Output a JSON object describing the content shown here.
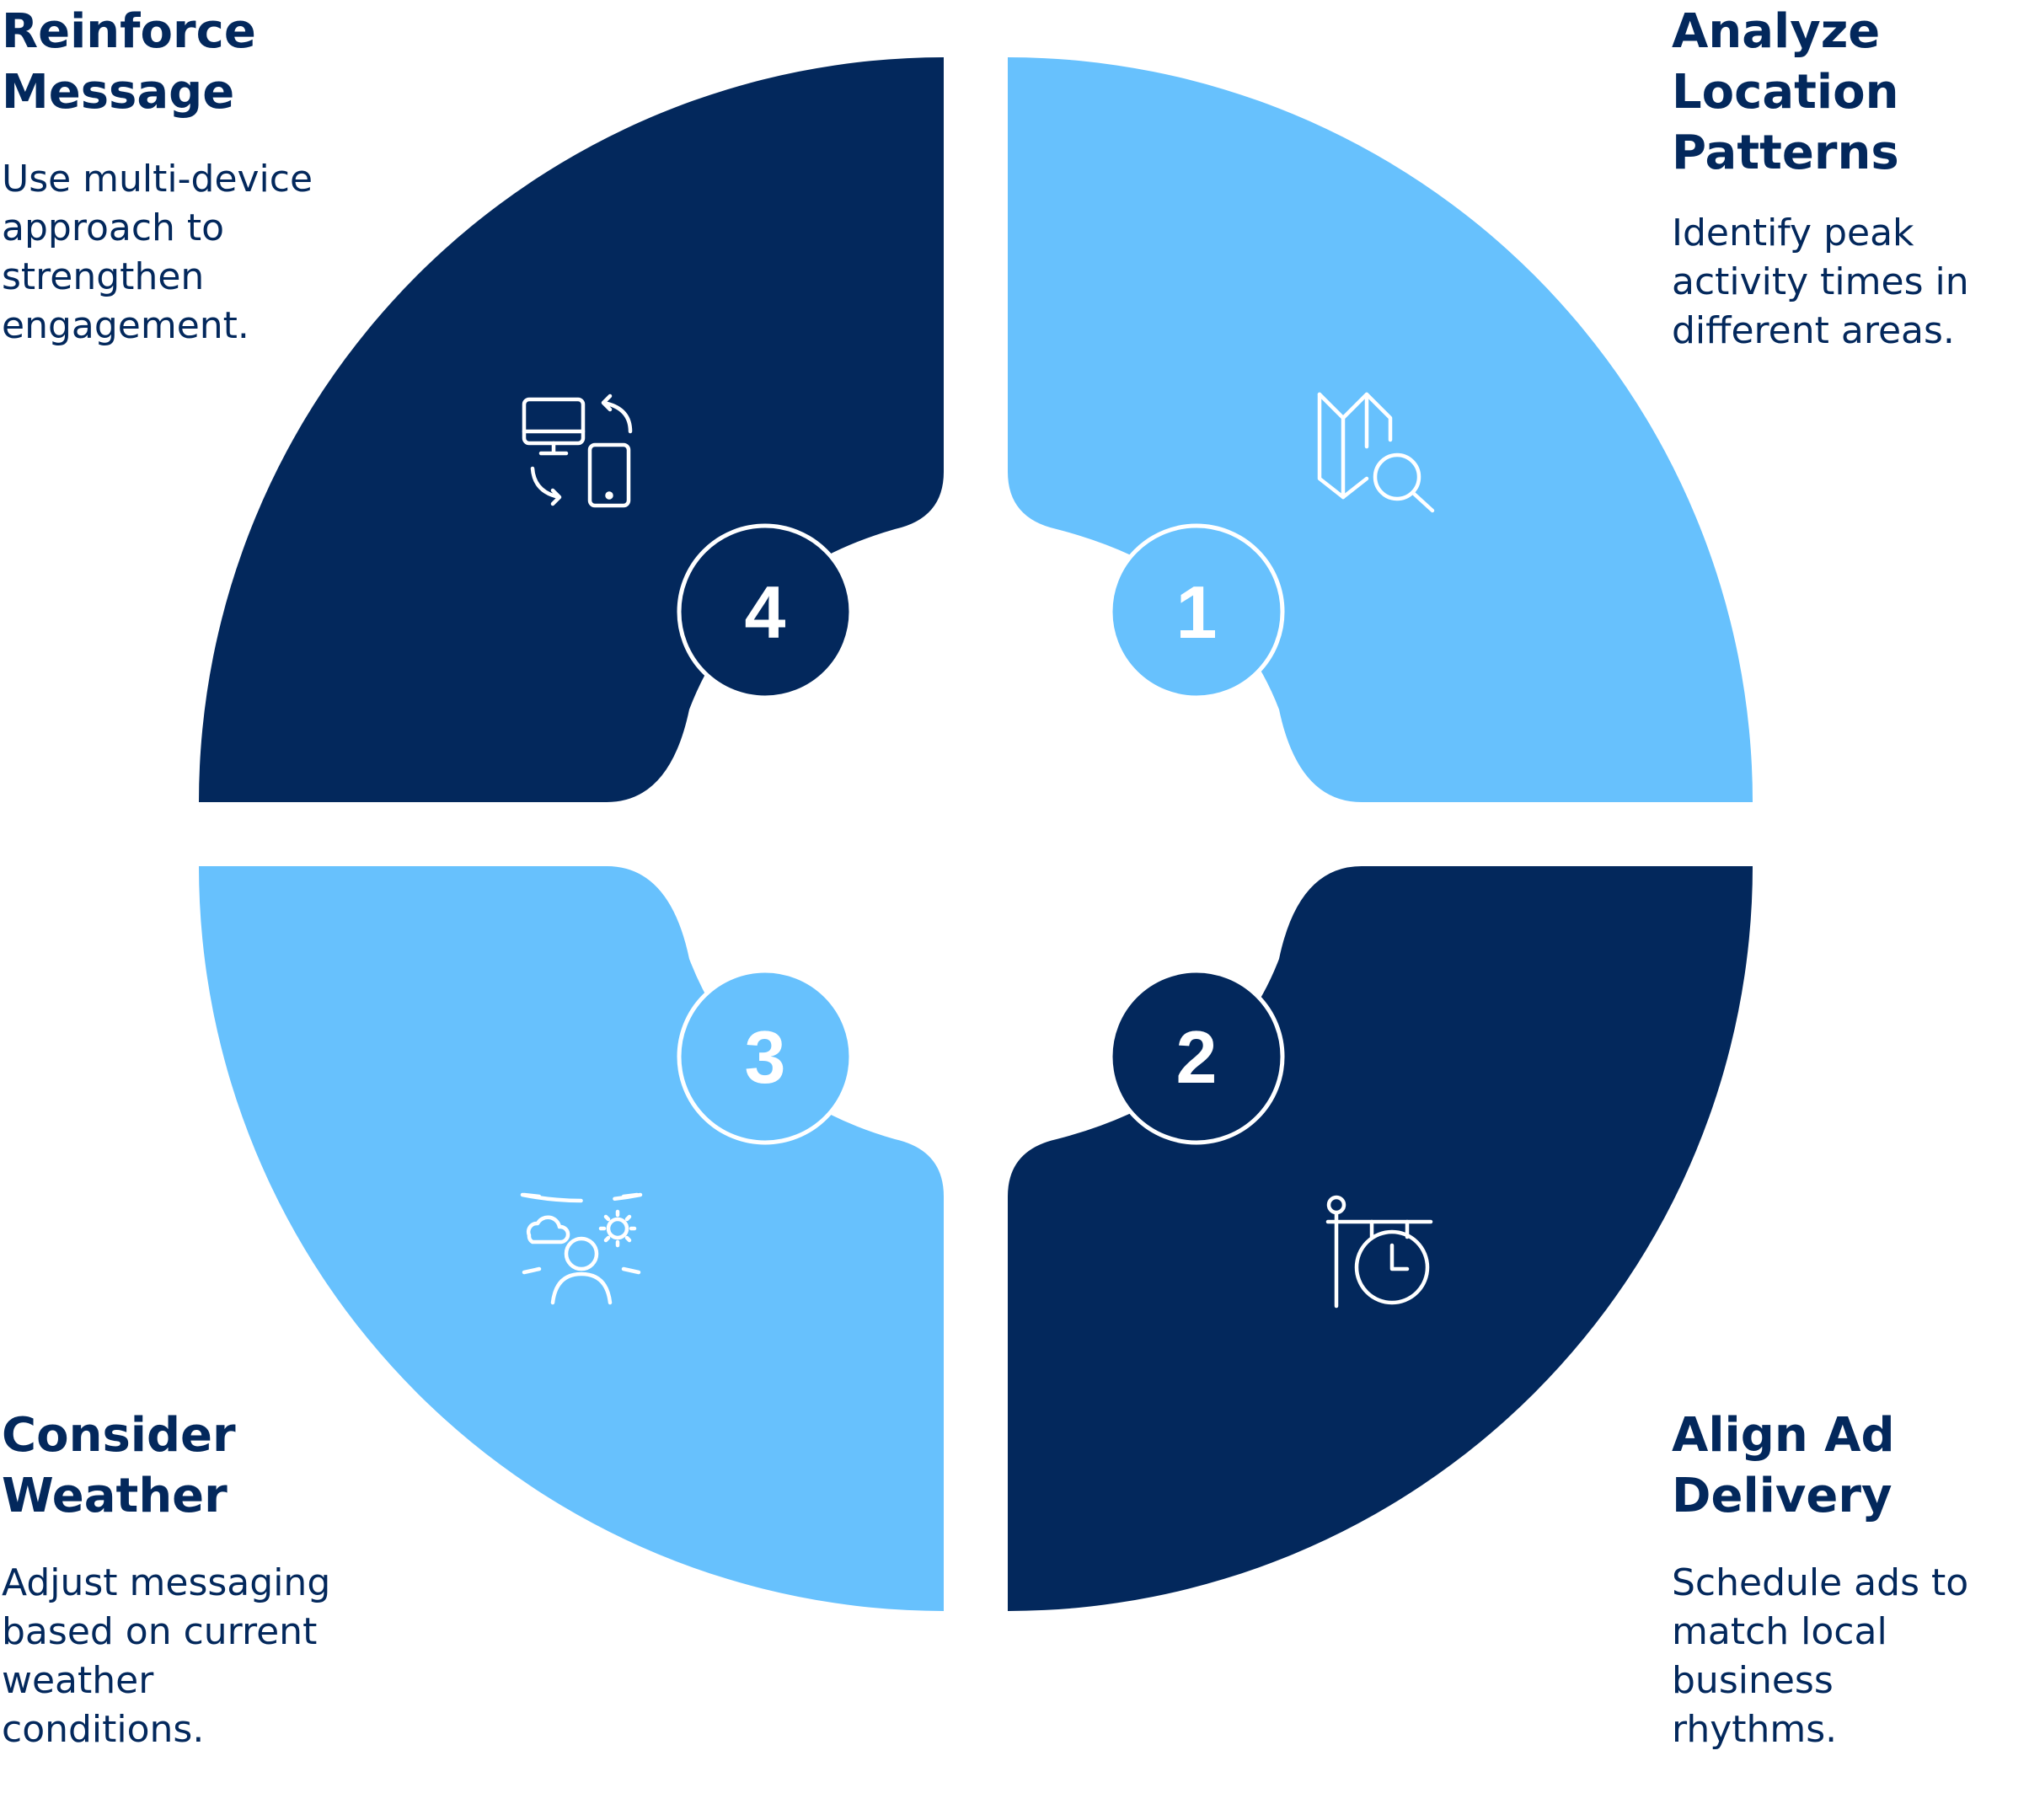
{
  "colors": {
    "dark": "#03285c",
    "light": "#67c1fd",
    "background": "#ffffff",
    "icon": "#ffffff"
  },
  "steps": [
    {
      "number": "1",
      "title": "Analyze\nLocation\nPatterns",
      "description": "Identify peak\nactivity times in\ndifferent areas.",
      "icon": "map-search-icon",
      "color": "light"
    },
    {
      "number": "2",
      "title": "Align Ad\nDelivery",
      "description": "Schedule ads to\nmatch local\nbusiness\nrhythms.",
      "icon": "hanging-clock-sign-icon",
      "color": "dark"
    },
    {
      "number": "3",
      "title": "Consider\nWeather",
      "description": "Adjust messaging\nbased on current\nweather\nconditions.",
      "icon": "person-weather-icon",
      "color": "light"
    },
    {
      "number": "4",
      "title": "Reinforce\nMessage",
      "description": "Use multi-device\napproach to\nstrengthen\nengagement.",
      "icon": "multi-device-sync-icon",
      "color": "dark"
    }
  ]
}
